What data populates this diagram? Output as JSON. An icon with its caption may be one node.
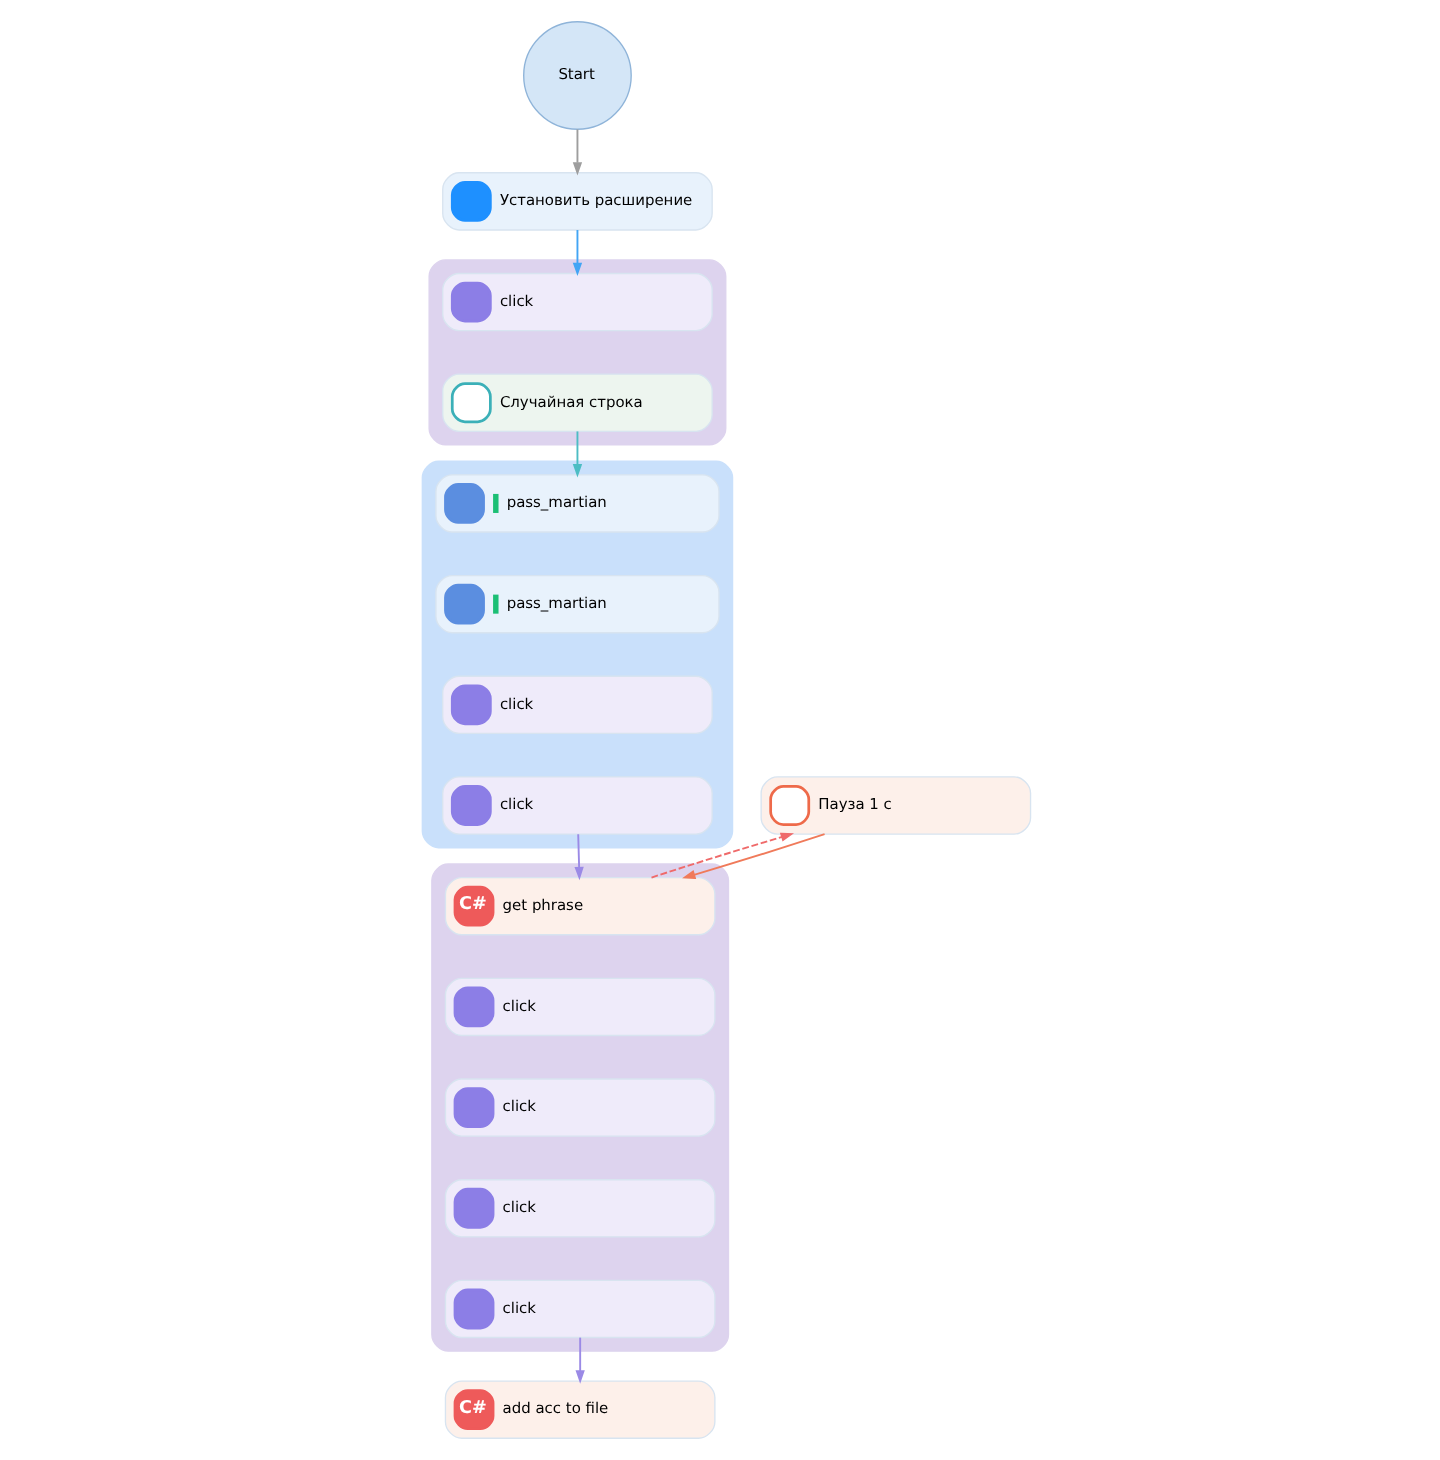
{
  "diagram": {
    "nodes": [
      {
        "text": [
          "Start"
        ]
      },
      {
        "text": [
          "Установить расширение"
        ]
      },
      {
        "text": [
          "Пауза 1 с"
        ]
      },
      {
        "text": [],
        "shape": "box"
      },
      {
        "text": [
          "click"
        ],
        "in": 3
      },
      {
        "text": [
          "Случайная строка"
        ],
        "in": 3
      },
      {
        "text": [],
        "shape": "box"
      },
      {
        "text": [
          "C#",
          "get phrase"
        ],
        "in": 6
      },
      {
        "text": [
          "click"
        ],
        "in": 6
      },
      {
        "text": [
          "click"
        ],
        "in": 6
      },
      {
        "text": [
          "click"
        ],
        "in": 6
      },
      {
        "text": [
          "click"
        ],
        "in": 6
      },
      {
        "text": [],
        "shape": "box"
      },
      {
        "text": [
          "pass_martian"
        ],
        "in": 12
      },
      {
        "text": [
          "pass_martian"
        ],
        "in": 12
      },
      {
        "text": [
          "click"
        ],
        "in": 12
      },
      {
        "text": [
          "click"
        ],
        "in": 12
      },
      {
        "text": [
          "C#",
          "add acc to file"
        ]
      }
    ],
    "edges": [
      {
        "from": 0,
        "to": 1,
        "arrow": "to",
        "color": "#9e9e9e"
      },
      {
        "from": 1,
        "to": 4,
        "arrow": "to",
        "color": "#42a5f5"
      },
      {
        "from": 5,
        "to": 13,
        "arrow": "to",
        "color": "#4dbdc4"
      },
      {
        "from": 16,
        "to": 7,
        "arrow": "to",
        "color": "#9b8ae6"
      },
      {
        "from": 2,
        "to": 7,
        "arrow": "to",
        "color": "#f07a5a"
      },
      {
        "from": 7,
        "to": 2,
        "arrow": "to",
        "style": "dashed",
        "color": "#ef6a6a"
      },
      {
        "from": 11,
        "to": 17,
        "arrow": "to",
        "color": "#9b8ae6"
      }
    ]
  }
}
